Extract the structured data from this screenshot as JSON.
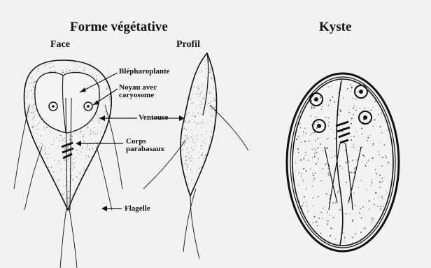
{
  "titles": {
    "vegetative": "Forme végétative",
    "face": "Face",
    "profile": "Profil",
    "cyst": "Kyste"
  },
  "annotations": {
    "blepharoplast": "Blépharoplante",
    "nucleus_line1": "Noyau avec",
    "nucleus_line2": "caryosome",
    "sucker": "Ventouse",
    "parabasal_line1": "Corps",
    "parabasal_line2": "parabasaux",
    "flagellum": "Flagelle"
  },
  "colors": {
    "ink": "#111111",
    "paper": "#f2f2f0"
  }
}
